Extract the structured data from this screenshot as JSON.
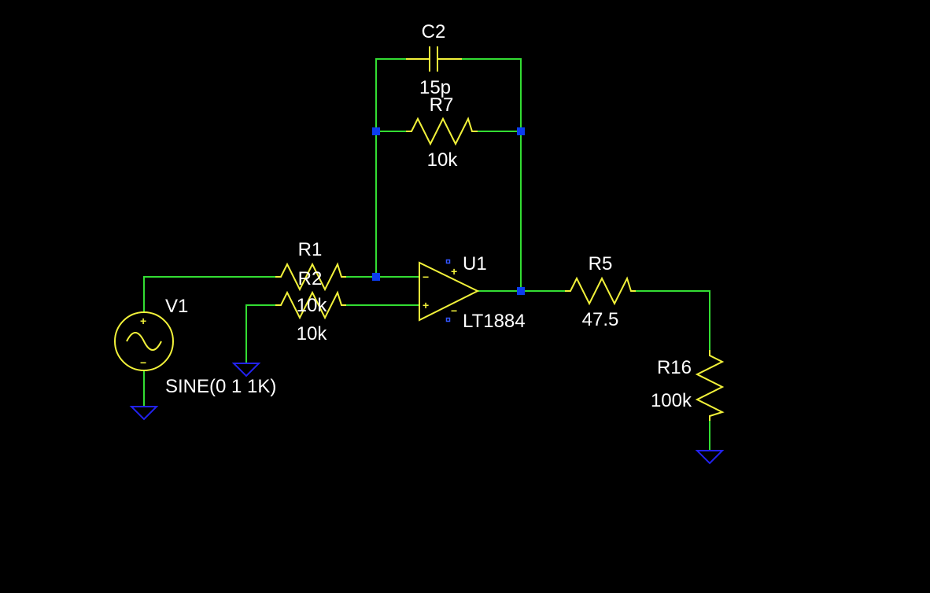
{
  "components": {
    "c2": {
      "name": "C2",
      "value": "15p"
    },
    "r7": {
      "name": "R7",
      "value": "10k"
    },
    "r1": {
      "name": "R1",
      "value": "10k"
    },
    "r2": {
      "name": "R2",
      "value": "10k"
    },
    "u1": {
      "name": "U1",
      "value": "LT1884",
      "inv": "−",
      "noninv": "+",
      "vpos": "+",
      "vneg": "−"
    },
    "r5": {
      "name": "R5",
      "value": "47.5"
    },
    "r16": {
      "name": "R16",
      "value": "100k"
    },
    "v1": {
      "name": "V1",
      "value": "SINE(0 1 1K)",
      "pos": "+",
      "neg": "−"
    }
  },
  "colors": {
    "background": "#000000",
    "wire": "#33dd33",
    "component": "#f2f23a",
    "ground": "#2222ee",
    "junction": "#0b3cf0",
    "label": "#ffffff"
  }
}
